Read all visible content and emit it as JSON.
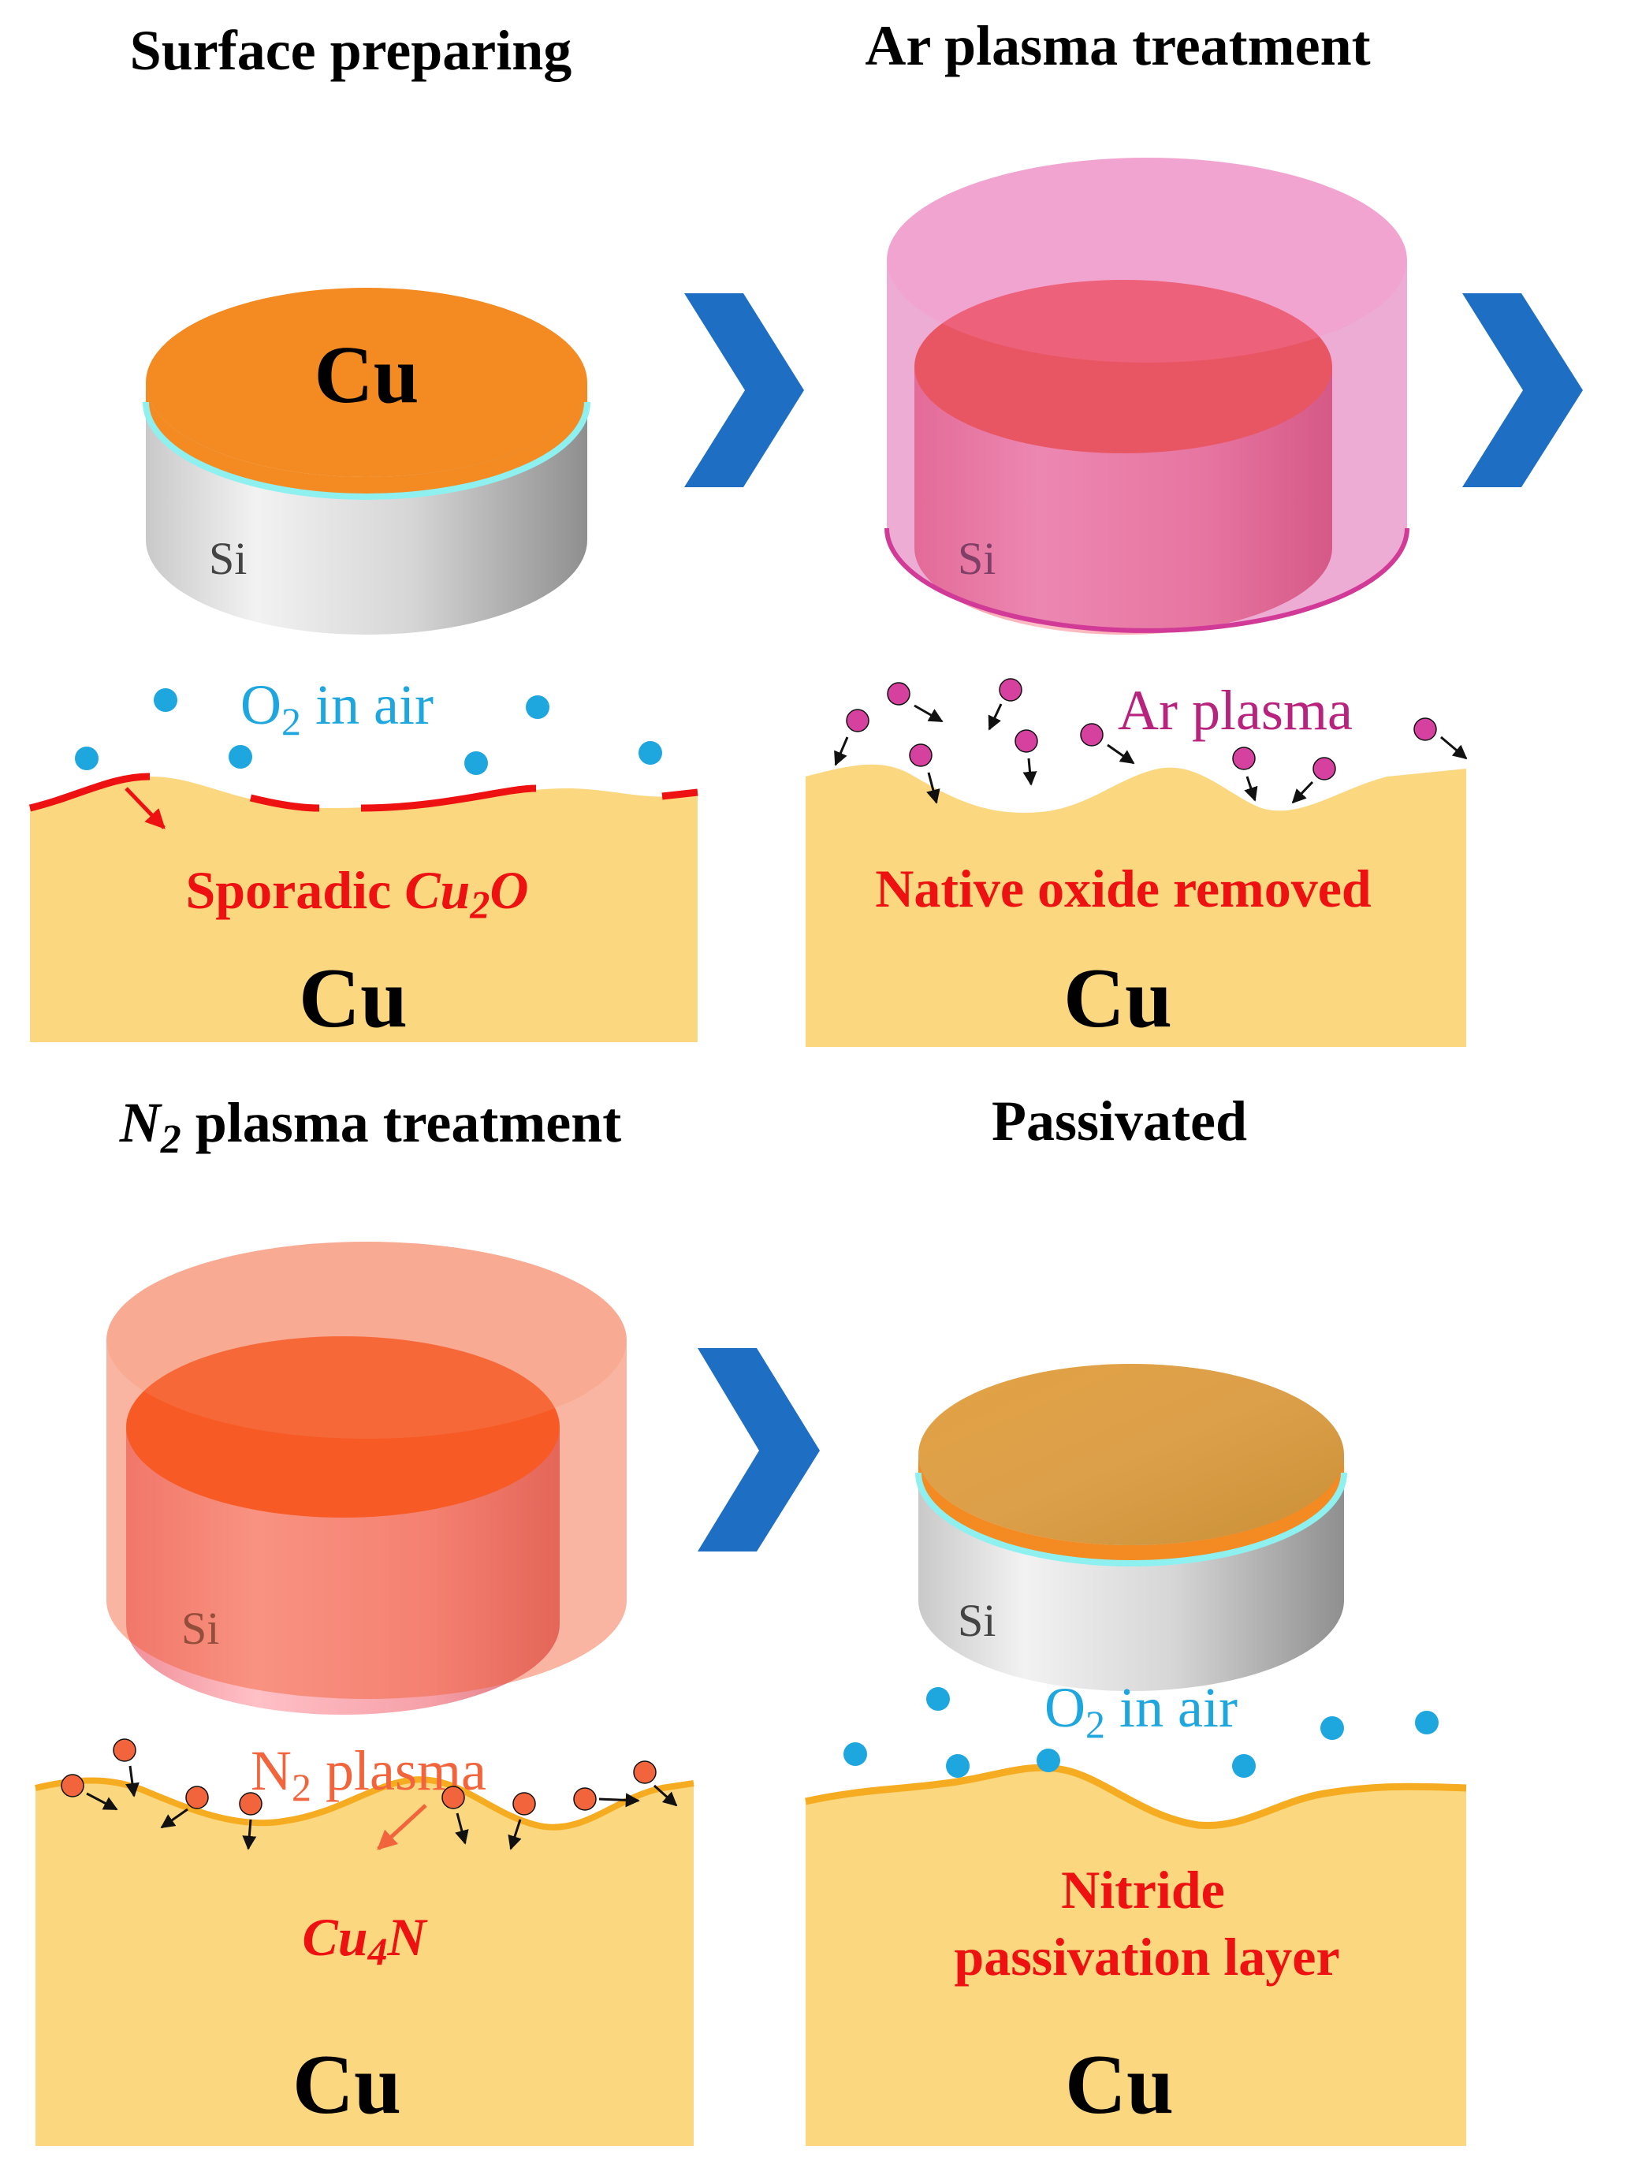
{
  "colors": {
    "copper": "#f38b22",
    "silicon": "#d9d9d9",
    "interlayer": "#8ff0f0",
    "bulk": "#fbd77f",
    "oxide_red": "#ee1111",
    "o2_blue": "#1ea6df",
    "ar_magenta": "#d6409f",
    "n2_orange": "#f2643c",
    "nitride_line": "#f6ac20",
    "arrow_blue": "#1e6fc3"
  },
  "panels": {
    "surface": {
      "title": "Surface preparing",
      "disk_label": "Cu",
      "si_label": "Si",
      "gas_prefix": "O",
      "gas_sub": "2",
      "gas_suffix": " in air",
      "note_prefix": "Sporadic ",
      "note_formula": "Cu",
      "note_sub": "2",
      "note_tail": "O",
      "bulk_label": "Cu"
    },
    "ar": {
      "title": "Ar plasma treatment",
      "si_label": "Si",
      "gas_label": "Ar plasma",
      "note": "Native oxide removed",
      "bulk_label": "Cu"
    },
    "n2": {
      "title_formula": "N",
      "title_sub": "2",
      "title_rest": " plasma treatment",
      "si_label": "Si",
      "gas_prefix": "N",
      "gas_sub": "2",
      "gas_suffix": " plasma",
      "note_formula": "Cu",
      "note_sub": "4",
      "note_tail": "N",
      "bulk_label": "Cu"
    },
    "passivated": {
      "title": "Passivated",
      "si_label": "Si",
      "gas_prefix": "O",
      "gas_sub": "2",
      "gas_suffix": " in air",
      "note_line1": "Nitride",
      "note_line2": "passivation layer",
      "bulk_label": "Cu"
    }
  },
  "icons": [
    "chevron-right-icon",
    "chevron-right-icon",
    "chevron-right-icon"
  ]
}
